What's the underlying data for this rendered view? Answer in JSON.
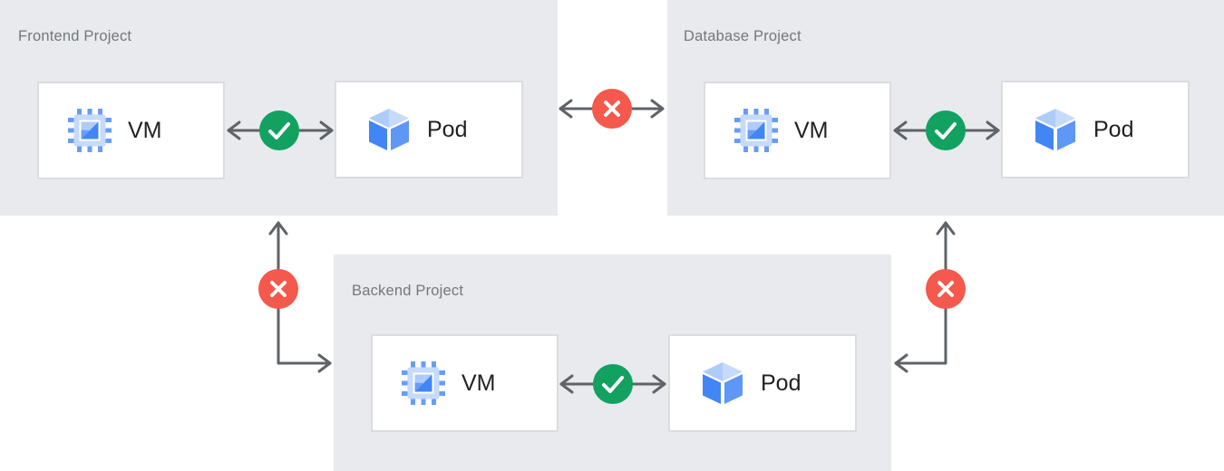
{
  "projects": [
    {
      "id": "frontend",
      "name": "Frontend Project",
      "nodes": [
        {
          "type": "vm",
          "label": "VM"
        },
        {
          "type": "pod",
          "label": "Pod"
        }
      ],
      "internal_connection": "allowed"
    },
    {
      "id": "database",
      "name": "Database Project",
      "nodes": [
        {
          "type": "vm",
          "label": "VM"
        },
        {
          "type": "pod",
          "label": "Pod"
        }
      ],
      "internal_connection": "allowed"
    },
    {
      "id": "backend",
      "name": "Backend Project",
      "nodes": [
        {
          "type": "vm",
          "label": "VM"
        },
        {
          "type": "pod",
          "label": "Pod"
        }
      ],
      "internal_connection": "allowed"
    }
  ],
  "connections": [
    {
      "from": "Frontend Project",
      "to": "Database Project",
      "status": "blocked",
      "style": "straight-horizontal"
    },
    {
      "from": "Frontend Project",
      "to": "Backend Project",
      "status": "blocked",
      "style": "elbow-down-right"
    },
    {
      "from": "Database Project",
      "to": "Backend Project",
      "status": "blocked",
      "style": "elbow-down-left"
    },
    {
      "from": "VM",
      "to": "Pod",
      "status": "allowed",
      "scope": "within each project"
    }
  ],
  "icons": {
    "vm": "compute-vm-chip-icon",
    "pod": "pod-cube-icon",
    "allowed": "check-icon",
    "blocked": "x-icon"
  },
  "colors": {
    "panel_background": "#e8eaed",
    "card_background": "#ffffff",
    "card_border": "#dadce0",
    "arrow": "#5f6368",
    "allowed_badge": "#12a160",
    "blocked_badge": "#f5584c",
    "blue_primary": "#4285f4",
    "blue_mid": "#669df6",
    "blue_light": "#aecbfa",
    "blue_pale": "#c6dafc",
    "title_text": "#74777b",
    "node_text": "#212121"
  }
}
